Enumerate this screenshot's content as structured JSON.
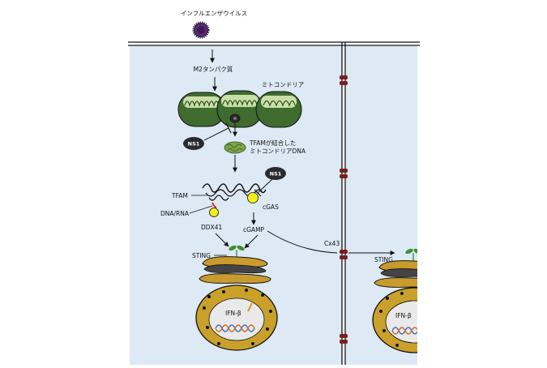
{
  "labels": {
    "virus": "インフルエンザウイルス",
    "m2": "M2タンパク質",
    "mito": "ミトコンドリア",
    "ns1_a": "NS1",
    "ns1_b": "NS1",
    "tfam_dna_1": "TFAMが結合した",
    "tfam_dna_2": "ミトコンドリアDNA",
    "tfam": "TFAM",
    "dna_rna": "DNA/RNA",
    "cgas": "cGAS",
    "ddx41": "DDX41",
    "cgamp": "cGAMP",
    "sting_left": "STING",
    "sting_right": "STING",
    "cx43": "Cx43",
    "ifn_left": "IFN-β",
    "ifn_right": "IFN-β"
  },
  "colors": {
    "cytoplasm": "#dde9f4",
    "mitochondria": "#3f6b2f",
    "mito_inner": "#c9dfa8",
    "mtdna": "#7ea64a",
    "ns1": "#2b2b2b",
    "sensor": "#f3ef1e",
    "dna_rna_segment": "#d42020",
    "golgi": "#c99a2c",
    "nucleus": "#c9a12a",
    "nucleus_inner": "#e9e9e9",
    "gap_junction": "#7a1f1f",
    "virus": "#5a2d70",
    "sprout": "#3e8f2e"
  }
}
